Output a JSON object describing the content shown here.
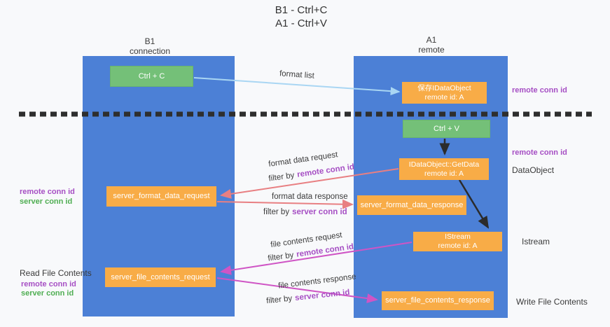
{
  "title": {
    "line1": "B1 - Ctrl+C",
    "line2": "A1 - Ctrl+V"
  },
  "lifelines": {
    "left": {
      "name": "B1",
      "role": "connection"
    },
    "right": {
      "name": "A1",
      "role": "remote"
    }
  },
  "boxes": {
    "ctrl_c": "Ctrl + C",
    "ctrl_v": "Ctrl + V",
    "save_dataobject": {
      "line1": "保存IDataObject",
      "line2": "remote id: A"
    },
    "getdata": {
      "line1": "IDataObject::GetData",
      "line2": "remote id: A"
    },
    "istream": {
      "line1": "IStream",
      "line2": "remote id: A"
    },
    "server_format_data_request": "server_format_data_request",
    "server_format_data_response": "server_format_data_response",
    "server_file_contents_request": "server_file_contents_request",
    "server_file_contents_response": "server_file_contents_response"
  },
  "arrow_labels": {
    "format_list": "format list",
    "format_data_request": "format data request",
    "format_data_response": "format data response",
    "file_contents_request": "file contents request",
    "file_contents_response": "file contents response",
    "filter_by": "filter by"
  },
  "filters": {
    "remote": "remote conn id",
    "server": "server conn id"
  },
  "side_labels": {
    "right_remote_conn_id_top": "remote conn id",
    "right_remote_conn_id_mid": "remote conn id",
    "dataobject": "DataObject",
    "istream": "Istream",
    "write_file_contents": "Write File Contents",
    "left_remote_conn_id_fmt": "remote conn id",
    "left_server_conn_id_fmt": "server conn id",
    "read_file_contents": "Read File Contents",
    "left_remote_conn_id_file": "remote conn id",
    "left_server_conn_id_file": "server conn id"
  },
  "colors": {
    "lifeline_blue": "#4c80d6",
    "box_green": "#74c078",
    "box_orange": "#f8ac47",
    "arrow_lightblue": "#a9d6f3",
    "arrow_salmon": "#e87f82",
    "arrow_magenta": "#cf55c5",
    "arrow_black": "#2b2b2b",
    "separator_black": "#2e2e2e",
    "text_purple": "#a64fc4",
    "text_green": "#4fae52"
  }
}
